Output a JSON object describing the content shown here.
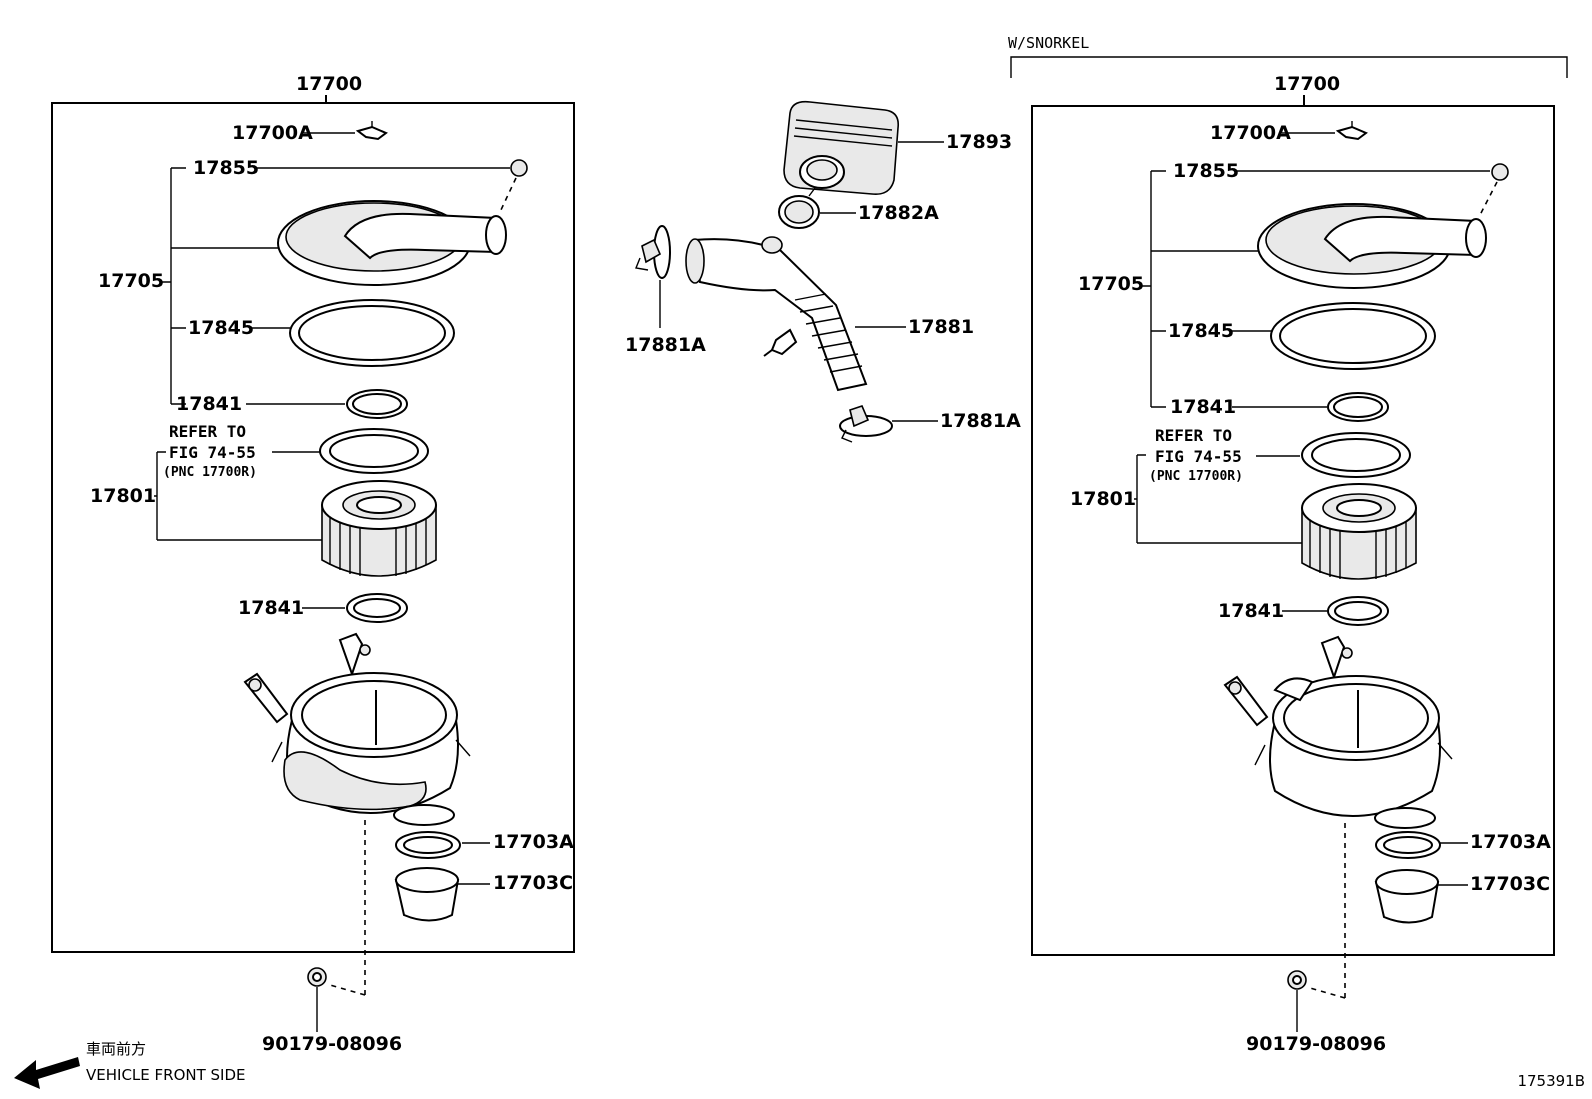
{
  "header": {
    "variant_label": "W/SNORKEL"
  },
  "left_assembly": {
    "assembly_no": "17700",
    "parts": {
      "clip": "17700A",
      "cap": "17855",
      "cover": "17705",
      "seal_large": "17845",
      "gasket_top": "17841",
      "element": "17801",
      "gasket_bottom": "17841",
      "valve": "17703A",
      "valve_cap": "17703C",
      "nut": "90179-08096"
    },
    "refer_note": {
      "line1": "REFER TO",
      "line2": "FIG 74-55",
      "line3": "(PNC 17700R)"
    }
  },
  "right_assembly": {
    "assembly_no": "17700",
    "parts": {
      "clip": "17700A",
      "cap": "17855",
      "cover": "17705",
      "seal_large": "17845",
      "gasket_top": "17841",
      "element": "17801",
      "gasket_bottom": "17841",
      "valve": "17703A",
      "valve_cap": "17703C",
      "nut": "90179-08096"
    },
    "refer_note": {
      "line1": "REFER TO",
      "line2": "FIG 74-55",
      "line3": "(PNC 17700R)"
    }
  },
  "center_parts": {
    "resonator": "17893",
    "hose_clamp": "17882A",
    "inlet_hose": "17881",
    "clamp_left": "17881A",
    "clamp_right": "17881A"
  },
  "footer": {
    "direction_jp": "車両前方",
    "direction_en": "VEHICLE FRONT SIDE",
    "figure_id": "175391B"
  }
}
